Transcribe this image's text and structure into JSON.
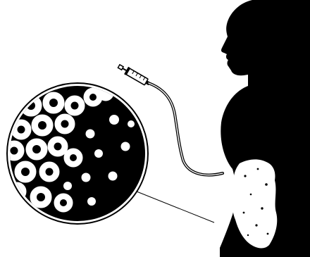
{
  "colors": {
    "background": "#ffffff",
    "silhouette": "#000000",
    "cells": "#ffffff"
  },
  "icons": {
    "figure": "human-torso-silhouette",
    "syringe": "syringe-with-tube",
    "magnifier": "magnified-tissue-circle"
  }
}
